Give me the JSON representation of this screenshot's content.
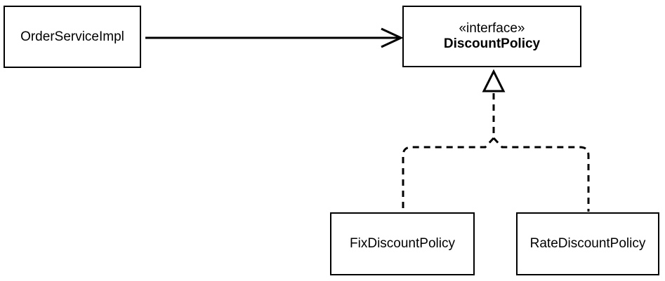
{
  "diagram": {
    "type": "uml-class-diagram",
    "nodes": {
      "order_service": {
        "label": "OrderServiceImpl"
      },
      "discount_policy": {
        "stereotype": "«interface»",
        "label": "DiscountPolicy"
      },
      "fix_discount": {
        "label": "FixDiscountPolicy"
      },
      "rate_discount": {
        "label": "RateDiscountPolicy"
      }
    },
    "edges": [
      {
        "from": "OrderServiceImpl",
        "to": "DiscountPolicy",
        "type": "dependency",
        "style": "solid-open-arrow"
      },
      {
        "from": "FixDiscountPolicy",
        "to": "DiscountPolicy",
        "type": "realization",
        "style": "dashed-hollow-triangle"
      },
      {
        "from": "RateDiscountPolicy",
        "to": "DiscountPolicy",
        "type": "realization",
        "style": "dashed-hollow-triangle"
      }
    ],
    "colors": {
      "stroke": "#000000",
      "background": "#ffffff",
      "box_fill": "#ffffff"
    }
  }
}
